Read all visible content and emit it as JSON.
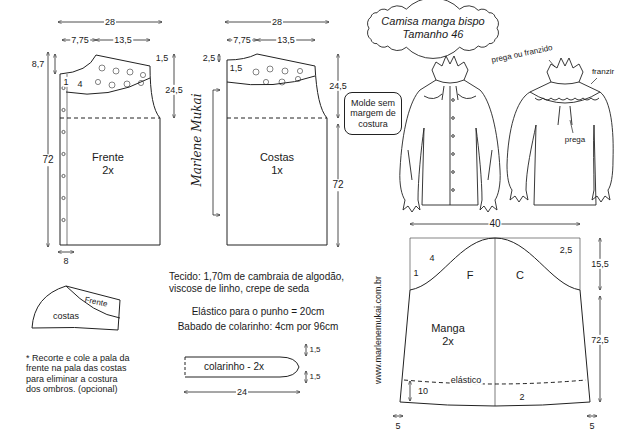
{
  "diagram": {
    "title": "Camisa manga bispo Tamanho 46",
    "nodes": [
      {
        "text": [
          "Frente 2x"
        ]
      },
      {
        "text": [
          "Costas 1x"
        ]
      },
      {
        "text": [
          "Molde sem margem de costura"
        ]
      },
      {
        "text": [
          "Frente",
          "costas"
        ]
      },
      {
        "text": [
          "colarinho - 2x"
        ]
      },
      {
        "text": [
          "Manga 2x"
        ]
      }
    ],
    "labels": [
      "28",
      "7,75",
      "13,5",
      "8,7",
      "1",
      "4",
      "1,5",
      "24,5",
      "72",
      "8",
      "28",
      "7,75",
      "13,5",
      "2,5",
      "1,5",
      "24,5",
      "72",
      "Marlene Mukai",
      "* Recorte e cole a pala da frente na pala das costas para eliminar a costura dos ombros. (opcional)",
      "prega ou franzido",
      "franzir",
      "prega",
      "Tecido: 1,70m de cambraia de algodão, viscose de linho, crepe de seda",
      "Elástico para o punho = 20cm",
      "Babado de colarinho: 4cm por 96cm",
      "1,5",
      "1,5",
      "24",
      "www.marlenemukai.com.br",
      "40",
      "4",
      "2,5",
      "15,5",
      "F",
      "C",
      "1",
      "72,5",
      "elástico",
      "10",
      "2",
      "5",
      "5"
    ]
  }
}
